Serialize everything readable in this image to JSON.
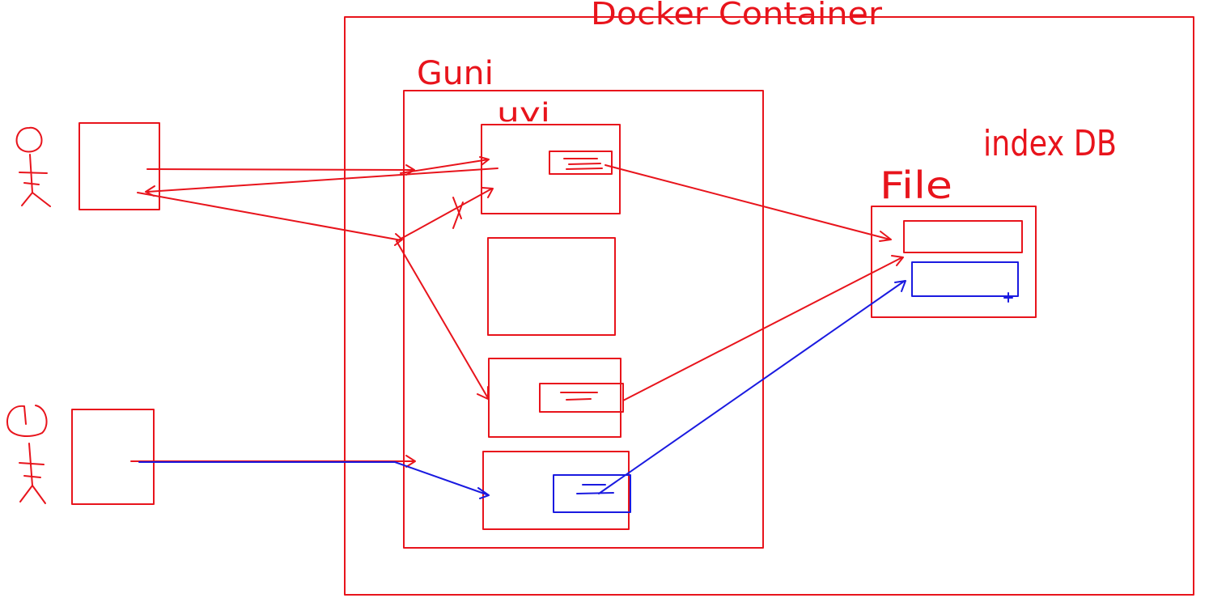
{
  "colors": {
    "red": "#e8141c",
    "blue": "#1a1ae0",
    "background": "#ffffff"
  },
  "labels": {
    "container": "Docker Container",
    "guni": "Guni",
    "uvi": "uvi",
    "index_db": "index DB",
    "file": "File"
  },
  "icons": {
    "user_one": "stick-figure-icon",
    "user_two": "stick-figure-icon"
  }
}
